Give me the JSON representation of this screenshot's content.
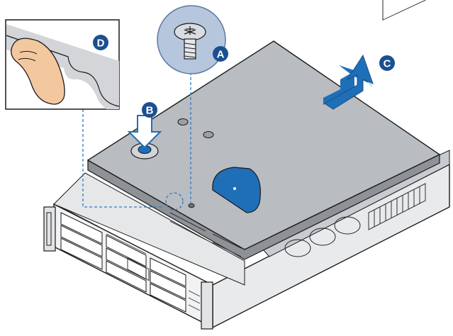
{
  "callouts": {
    "a": "A",
    "b": "B",
    "c": "C",
    "d": "D"
  },
  "colors": {
    "callout_fill": "#1c4f8f",
    "arrow_blue": "#1f6fb8",
    "cover_gray": "#b9bcc0",
    "panel_gray": "#d3d5d8",
    "leader_line": "#2b7bc7",
    "outline": "#1a1a1a"
  },
  "icons": [
    "screw-icon",
    "finger-icon",
    "lift-arrow-icon",
    "press-arrow-icon"
  ]
}
